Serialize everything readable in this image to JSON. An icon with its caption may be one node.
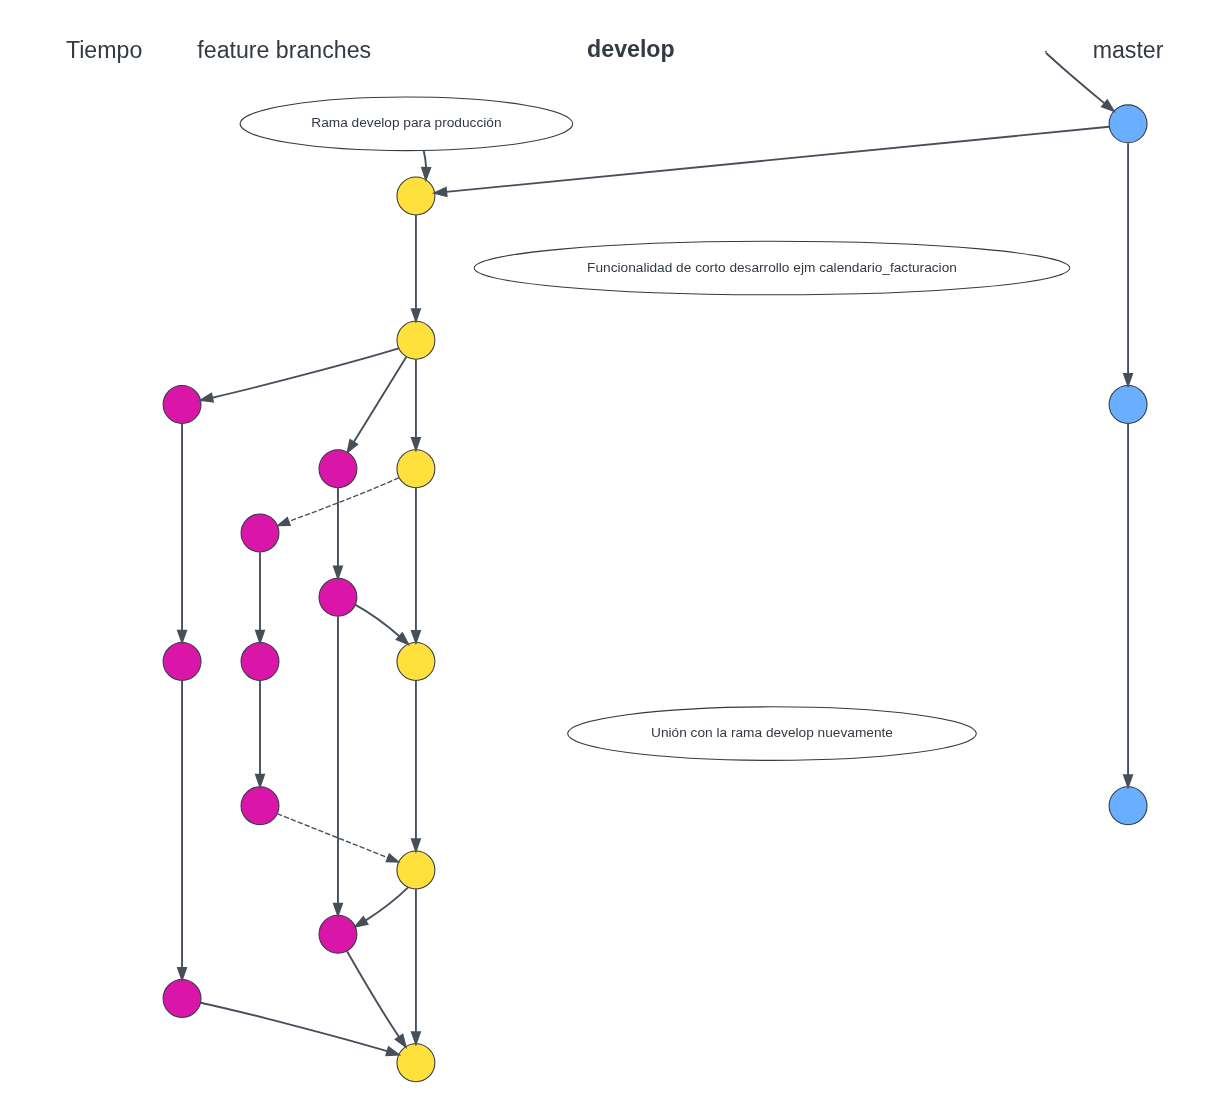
{
  "diagram": {
    "nodes": [
      {
        "text": [
          "Rama develop para producción"
        ]
      },
      {
        "text": [],
        "shape": "circle"
      },
      {
        "text": [],
        "shape": "circle"
      },
      {
        "text": [
          "Funcionalidad de corto desarrollo ejm calendario_facturacion"
        ]
      },
      {
        "text": [],
        "shape": "circle"
      },
      {
        "text": [],
        "shape": "circle"
      },
      {
        "text": [],
        "shape": "circle"
      },
      {
        "text": [],
        "shape": "circle"
      },
      {
        "text": [],
        "shape": "circle"
      },
      {
        "text": [],
        "shape": "circle"
      },
      {
        "text": [],
        "shape": "circle"
      },
      {
        "text": [],
        "shape": "circle"
      },
      {
        "text": [],
        "shape": "circle"
      },
      {
        "text": [],
        "shape": "circle"
      },
      {
        "text": [
          "Unión con la rama develop nuevamente"
        ]
      },
      {
        "text": [],
        "shape": "circle"
      },
      {
        "text": [],
        "shape": "circle"
      },
      {
        "text": [],
        "shape": "circle"
      },
      {
        "text": [],
        "shape": "circle"
      },
      {
        "text": [],
        "shape": "circle"
      },
      {
        "text": [],
        "shape": "circle"
      }
    ],
    "edges": [
      {
        "from": null,
        "to": 1,
        "arrow": "to"
      },
      {
        "from": 1,
        "to": 2,
        "arrow": "to"
      },
      {
        "from": 0,
        "to": 2,
        "arrow": "to"
      },
      {
        "from": 1,
        "to": 6,
        "arrow": "to"
      },
      {
        "from": 6,
        "to": 15,
        "arrow": "to"
      },
      {
        "from": 2,
        "to": 4,
        "arrow": "to"
      },
      {
        "from": 4,
        "to": 8,
        "arrow": "to"
      },
      {
        "from": 8,
        "to": 11,
        "arrow": "to"
      },
      {
        "from": 11,
        "to": 17,
        "arrow": "to"
      },
      {
        "from": 17,
        "to": 20,
        "arrow": "to"
      },
      {
        "from": 4,
        "to": 5,
        "arrow": "to"
      },
      {
        "from": 4,
        "to": 7,
        "arrow": "to"
      },
      {
        "from": 8,
        "to": 9,
        "arrow": "to",
        "style": "dashed"
      },
      {
        "from": 7,
        "to": 10,
        "arrow": "to"
      },
      {
        "from": 10,
        "to": 11,
        "arrow": "to"
      },
      {
        "from": 10,
        "to": 18,
        "arrow": "to"
      },
      {
        "from": 9,
        "to": 12,
        "arrow": "to"
      },
      {
        "from": 12,
        "to": 16,
        "arrow": "to"
      },
      {
        "from": 16,
        "to": 17,
        "arrow": "to",
        "style": "dashed"
      },
      {
        "from": 17,
        "to": 18,
        "arrow": "to"
      },
      {
        "from": 18,
        "to": 20,
        "arrow": "to"
      },
      {
        "from": 5,
        "to": 13,
        "arrow": "to"
      },
      {
        "from": 13,
        "to": 19,
        "arrow": "to"
      },
      {
        "from": 19,
        "to": 20,
        "arrow": "to"
      }
    ],
    "labels": [
      "feature branches",
      "develop",
      "master",
      "Tiempo"
    ]
  }
}
